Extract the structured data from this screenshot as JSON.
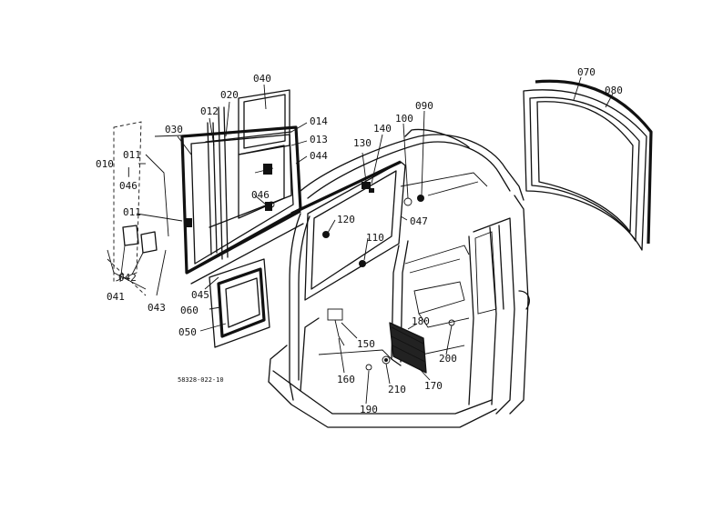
{
  "diagram": {
    "drawing_number": "58328-022-10",
    "callouts": {
      "c010": "010",
      "c011a": "011",
      "c011b": "011",
      "c012": "012",
      "c013": "013",
      "c014": "014",
      "c020": "020",
      "c030": "030",
      "c040": "040",
      "c041": "041",
      "c042": "042",
      "c043": "043",
      "c044": "044",
      "c045": "045",
      "c046a": "046",
      "c046b": "046",
      "c047": "047",
      "c050": "050",
      "c060": "060",
      "c070": "070",
      "c080": "080",
      "c090": "090",
      "c100": "100",
      "c110": "110",
      "c120": "120",
      "c130": "130",
      "c140": "140",
      "c150": "150",
      "c160": "160",
      "c170": "170",
      "c180": "180",
      "c190": "190",
      "c200": "200",
      "c210": "210"
    },
    "range_separator": "|"
  }
}
